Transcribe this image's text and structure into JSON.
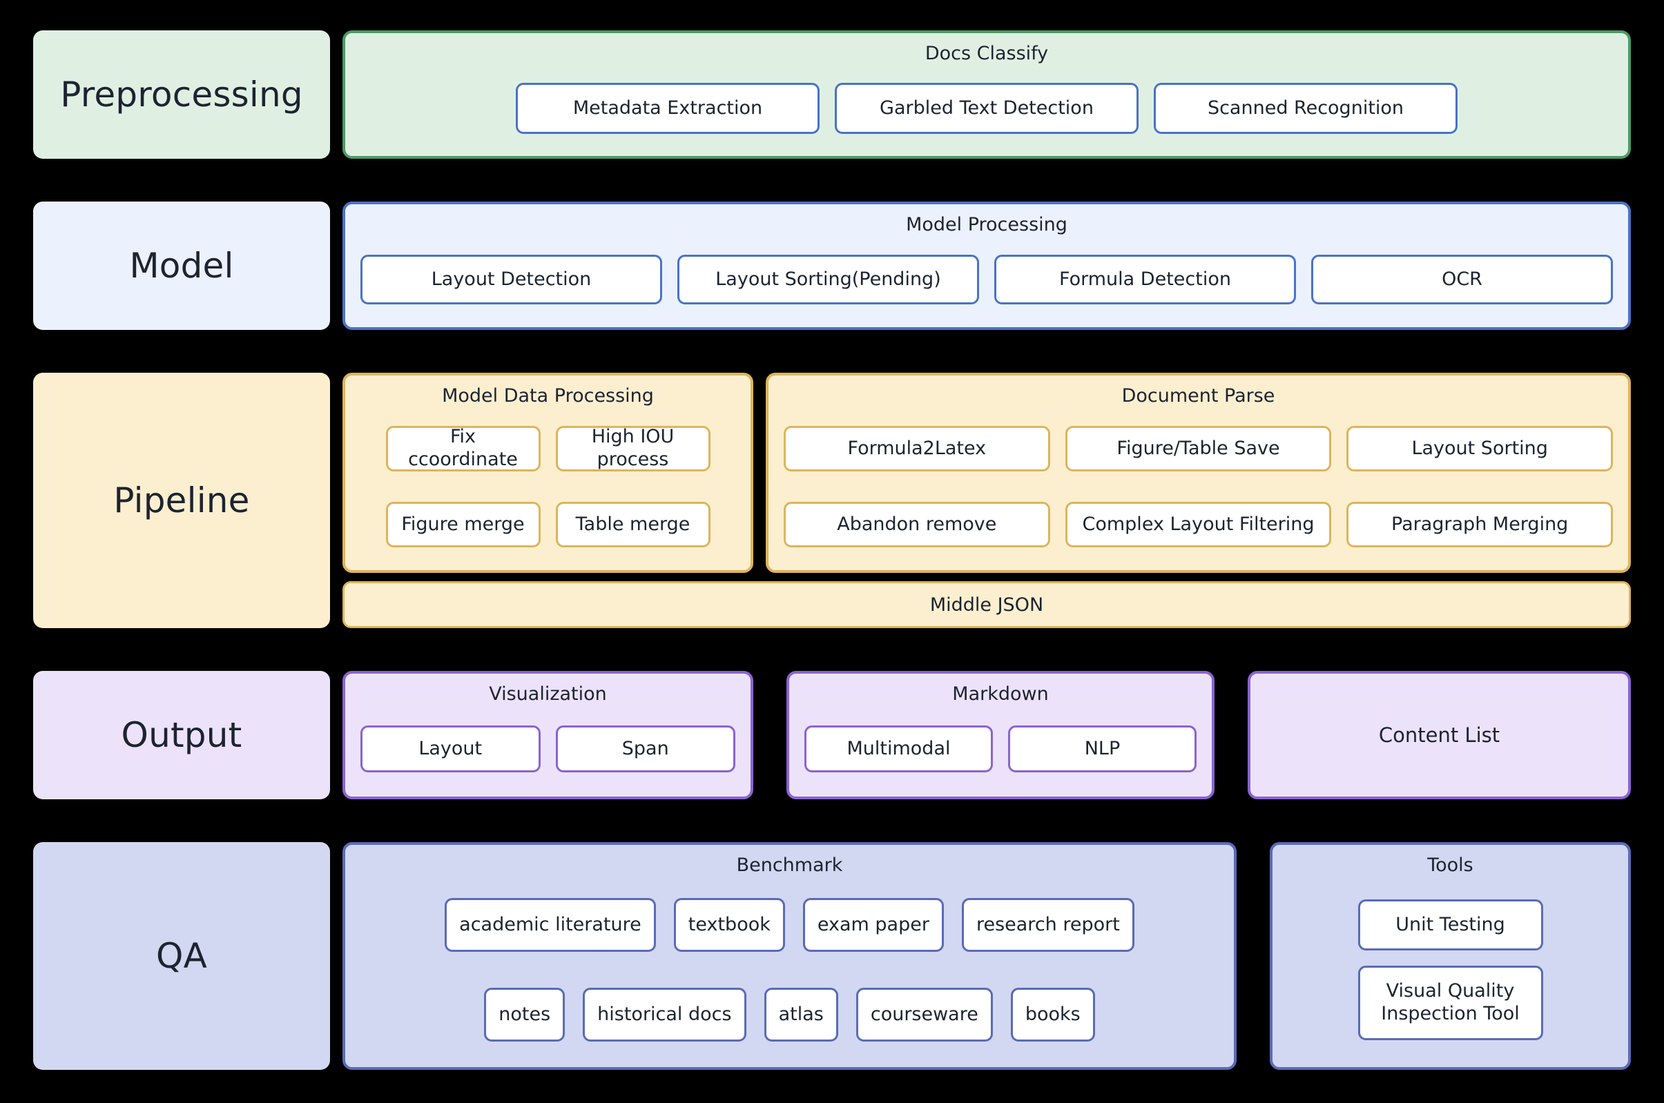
{
  "stages": [
    {
      "key": "preprocessing",
      "label": "Preprocessing",
      "fill": "#dff0e3",
      "accent": "#4a9b64"
    },
    {
      "key": "model",
      "label": "Model",
      "fill": "#ebf2fd",
      "accent": "#4a72c8"
    },
    {
      "key": "pipeline",
      "label": "Pipeline",
      "fill": "#fcefd0",
      "accent": "#ddb55a"
    },
    {
      "key": "output",
      "label": "Output",
      "fill": "#ece3fb",
      "accent": "#8a63d2"
    },
    {
      "key": "qa",
      "label": "QA",
      "fill": "#d2d8f2",
      "accent": "#5a6bb5"
    }
  ],
  "preprocessing": {
    "group_title": "Docs Classify",
    "items": [
      "Metadata Extraction",
      "Garbled Text Detection",
      "Scanned Recognition"
    ]
  },
  "model": {
    "group_title": "Model Processing",
    "items": [
      "Layout Detection",
      "Layout Sorting(Pending)",
      "Formula Detection",
      "OCR"
    ]
  },
  "pipeline": {
    "model_data_processing": {
      "group_title": "Model Data Processing",
      "row1": [
        "Fix ccoordinate",
        "High IOU process"
      ],
      "row2": [
        "Figure merge",
        "Table merge"
      ]
    },
    "document_parse": {
      "group_title": "Document Parse",
      "row1": [
        "Formula2Latex",
        "Figure/Table Save",
        "Layout Sorting"
      ],
      "row2": [
        "Abandon remove",
        "Complex Layout Filtering",
        "Paragraph Merging"
      ]
    },
    "middle_json_label": "Middle JSON"
  },
  "output": {
    "visualization": {
      "group_title": "Visualization",
      "items": [
        "Layout",
        "Span"
      ]
    },
    "markdown": {
      "group_title": "Markdown",
      "items": [
        "Multimodal",
        "NLP"
      ]
    },
    "content_list_label": "Content List"
  },
  "qa": {
    "benchmark": {
      "group_title": "Benchmark",
      "row1": [
        "academic literature",
        "textbook",
        "exam paper",
        "research report"
      ],
      "row2": [
        "notes",
        "historical docs",
        "atlas",
        "courseware",
        "books"
      ]
    },
    "tools": {
      "group_title": "Tools",
      "items": [
        "Unit Testing",
        "Visual Quality Inspection Tool"
      ]
    }
  },
  "colors": {
    "background": "#000000",
    "text": "#1d2330",
    "chip_fill": "#ffffff",
    "green_fill": "#dff0e3",
    "green_border": "#4a9b64",
    "blue_fill": "#ebf2fd",
    "blue_border": "#4a72c8",
    "gold_fill": "#fcefd0",
    "gold_border": "#ddb55a",
    "purple_fill": "#ece3fb",
    "purple_border": "#8a63d2",
    "indigo_fill": "#d2d8f2",
    "indigo_border": "#5a6bb5"
  }
}
